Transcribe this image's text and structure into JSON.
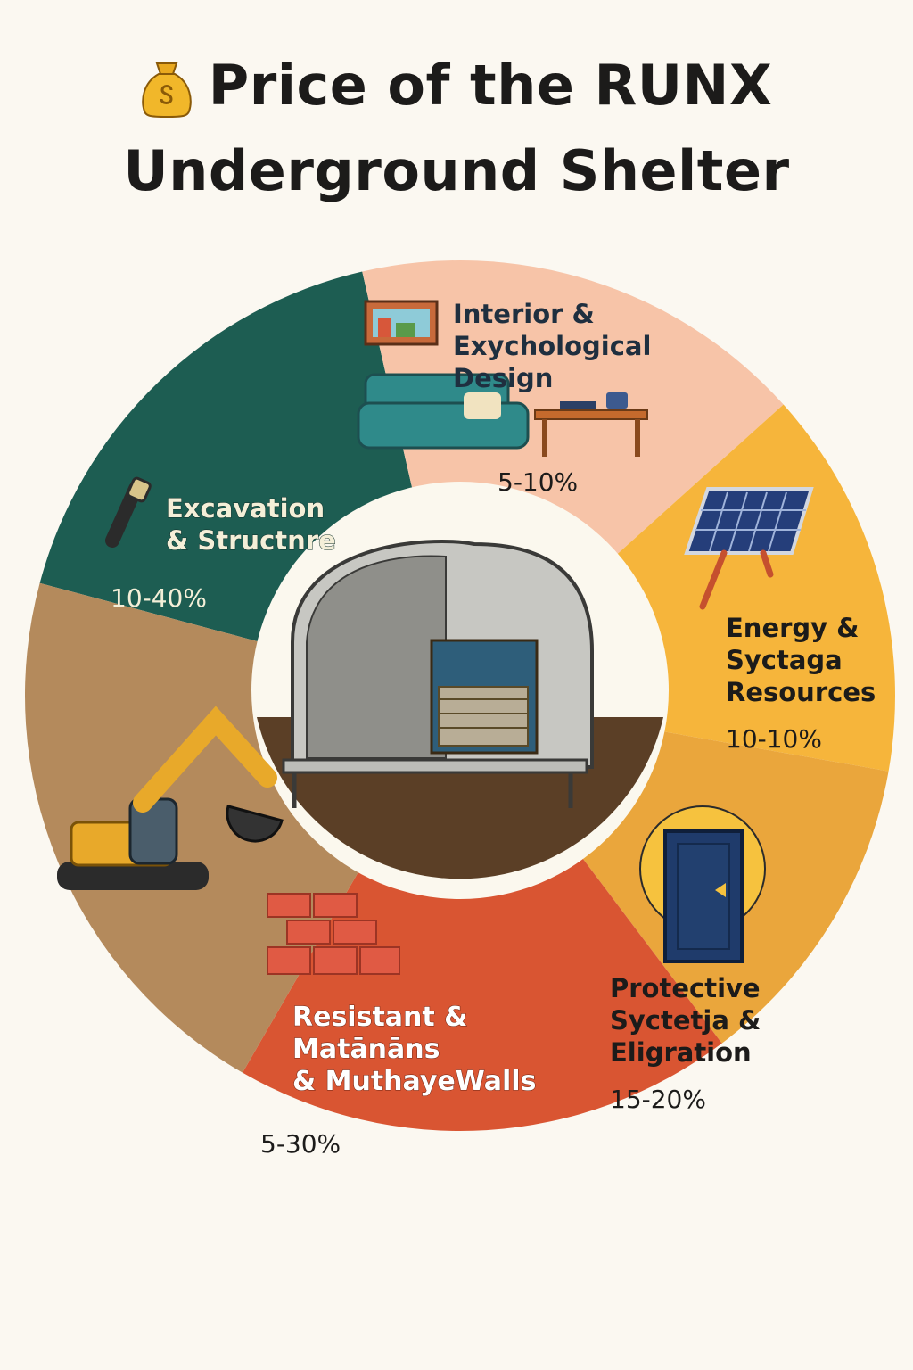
{
  "title": {
    "line1": "Price of the RUNX",
    "line2": "Underground Shelter",
    "icon": "money-bag-icon"
  },
  "chart_data": {
    "type": "pie",
    "title": "Price of the RUNX Underground Shelter",
    "segments": [
      {
        "id": "excavation",
        "label_lines": [
          "Excavation",
          "& Structnre"
        ],
        "value_label": "10-40%",
        "color": "#1d5d52",
        "icon": "shovel-icon"
      },
      {
        "id": "interior",
        "label_lines": [
          "Interior &",
          "Exychological",
          "Design"
        ],
        "value_label": "5-10%",
        "color": "#f7c4a8",
        "icon": "sofa-and-painting-icon"
      },
      {
        "id": "energy",
        "label_lines": [
          "Energy &",
          "Syctaga",
          "Resources"
        ],
        "value_label": "10-10%",
        "color": "#f6b53b",
        "icon": "solar-panel-icon"
      },
      {
        "id": "protective",
        "label_lines": [
          "Protective",
          "Syctetja &",
          "Eligration"
        ],
        "value_label": "15-20%",
        "color": "#eaa63c",
        "icon": "blast-door-icon"
      },
      {
        "id": "resistant",
        "label_lines": [
          "Resistant &",
          "Matānāns",
          "& MuthayeWalls"
        ],
        "value_label": "5-30%",
        "color": "#d95532",
        "icon": "brick-wall-icon"
      },
      {
        "id": "earthworks",
        "label_lines": [],
        "value_label": "",
        "color": "#b48a5c",
        "icon": "excavator-icon"
      }
    ],
    "center_illustration": "underground-shelter-icon"
  }
}
